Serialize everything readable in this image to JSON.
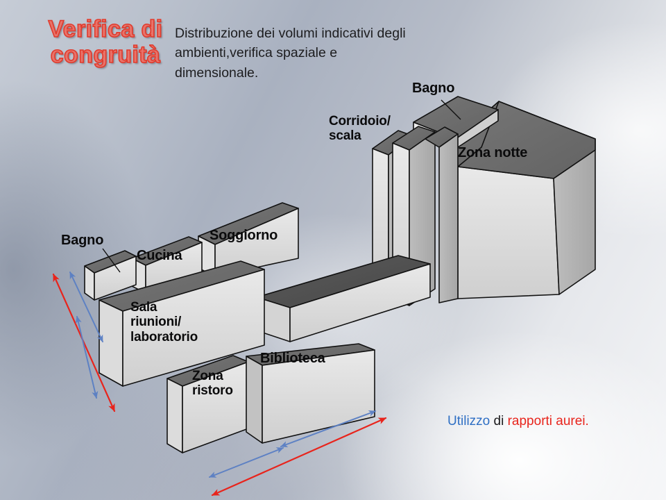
{
  "slide": {
    "title": "Verifica di congruità",
    "title_line1": "Verifica di",
    "title_line2": "congruità",
    "subtitle": "Distribuzione dei volumi indicativi degli ambienti,verifica spaziale e dimensionale.",
    "footnote": {
      "part_blue": "Utilizzo",
      "part_dark": " di ",
      "part_red": "rapporti aurei."
    }
  },
  "colors": {
    "title_fill": "#e8736a",
    "title_stroke": "#e03a2c",
    "body_text": "#1d1d1f",
    "footnote_blue": "#2f6fc4",
    "footnote_red": "#e8241c",
    "block_top_dark": "#6e6e6e",
    "block_top_darker": "#4f4f4f",
    "block_face_light": "#d9d9d9",
    "block_face_lighter": "#e6e6e6",
    "block_side_mid": "#b4b4b4",
    "outline": "#111111",
    "arrow_red": "#e8241c",
    "arrow_blue": "#5a7fc4",
    "background_left": "#a9b1c0",
    "background_right": "#f4f5f7"
  },
  "model": {
    "rooms": [
      {
        "id": "bagno-left",
        "label": "Bagno",
        "has_leader_line": true,
        "cluster": "left"
      },
      {
        "id": "cucina",
        "label": "Cucina",
        "has_leader_line": false,
        "cluster": "left"
      },
      {
        "id": "soggiorno",
        "label": "Soggiorno",
        "has_leader_line": false,
        "cluster": "left"
      },
      {
        "id": "sala-riunioni",
        "label": "Sala\nriunioni/\nlaboratorio",
        "has_leader_line": false,
        "cluster": "left"
      },
      {
        "id": "zona-ristoro",
        "label": "Zona\nristoro",
        "has_leader_line": false,
        "cluster": "left"
      },
      {
        "id": "biblioteca",
        "label": "Biblioteca",
        "has_leader_line": false,
        "cluster": "left"
      },
      {
        "id": "corridoio-scala",
        "label": "Corridoio/\nscala",
        "has_leader_line": false,
        "cluster": "right"
      },
      {
        "id": "bagno-top",
        "label": "Bagno",
        "has_leader_line": true,
        "cluster": "right"
      },
      {
        "id": "zona-notte",
        "label": "Zona notte",
        "has_leader_line": false,
        "cluster": "right"
      }
    ],
    "dimension_arrows": [
      {
        "id": "left-total",
        "color": "red",
        "orientation": "vertical",
        "double_headed": true
      },
      {
        "id": "left-major",
        "color": "blue",
        "orientation": "vertical",
        "double_headed": true
      },
      {
        "id": "left-minor",
        "color": "blue",
        "orientation": "vertical",
        "double_headed": true
      },
      {
        "id": "bottom-total",
        "color": "red",
        "orientation": "horizontal",
        "double_headed": true
      },
      {
        "id": "bottom-major",
        "color": "blue",
        "orientation": "horizontal",
        "double_headed": true
      },
      {
        "id": "bottom-minor",
        "color": "blue",
        "orientation": "horizontal",
        "double_headed": true
      }
    ]
  }
}
